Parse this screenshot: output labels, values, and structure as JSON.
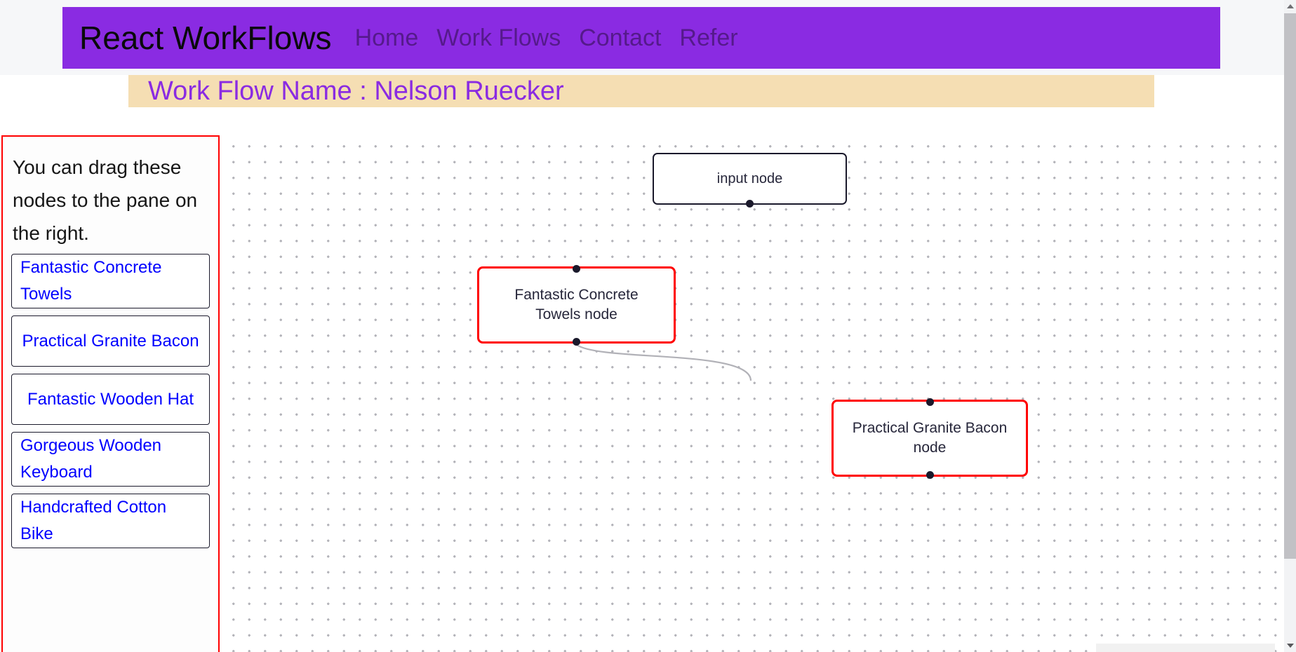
{
  "header": {
    "logo": "React WorkFlows",
    "nav": [
      {
        "label": "Home"
      },
      {
        "label": "Work Flows"
      },
      {
        "label": "Contact"
      },
      {
        "label": "Refer"
      }
    ]
  },
  "banner": {
    "label": "Work Flow Name : Nelson Ruecker"
  },
  "sidebar": {
    "description": "You can drag these nodes to the pane on the right.",
    "items": [
      {
        "label": "Fantastic Concrete Towels"
      },
      {
        "label": "Practical Granite Bacon"
      },
      {
        "label": "Fantastic Wooden Hat"
      },
      {
        "label": "Gorgeous Wooden Keyboard"
      },
      {
        "label": "Handcrafted Cotton Bike"
      }
    ]
  },
  "canvas": {
    "nodes": [
      {
        "id": "input-node",
        "label": "input node",
        "border": "#1a192b",
        "handles": [
          "bottom"
        ]
      },
      {
        "id": "fantastic-concrete-towels-node",
        "label": "Fantastic Concrete Towels node",
        "border": "#ff0000",
        "handles": [
          "top",
          "bottom"
        ]
      },
      {
        "id": "practical-granite-bacon-node",
        "label": "Practical Granite Bacon node",
        "border": "#ff0000",
        "handles": [
          "top",
          "bottom"
        ]
      }
    ],
    "edges": [
      {
        "source": "fantastic-concrete-towels-node",
        "source_handle": "bottom",
        "status": "dangling",
        "color": "#b1b1b7"
      }
    ]
  },
  "colors": {
    "header_bg": "#8a2be2",
    "nav_link": "#551a8b",
    "banner_bg": "#f5deb3",
    "banner_text": "#8a2be2",
    "sidebar_border": "#ff0000",
    "sidebar_item_text": "#0000ff",
    "node_default_border": "#1a192b",
    "node_selected_border": "#ff0000",
    "edge": "#b1b1b7",
    "canvas_dot": "#b4b4ba"
  }
}
